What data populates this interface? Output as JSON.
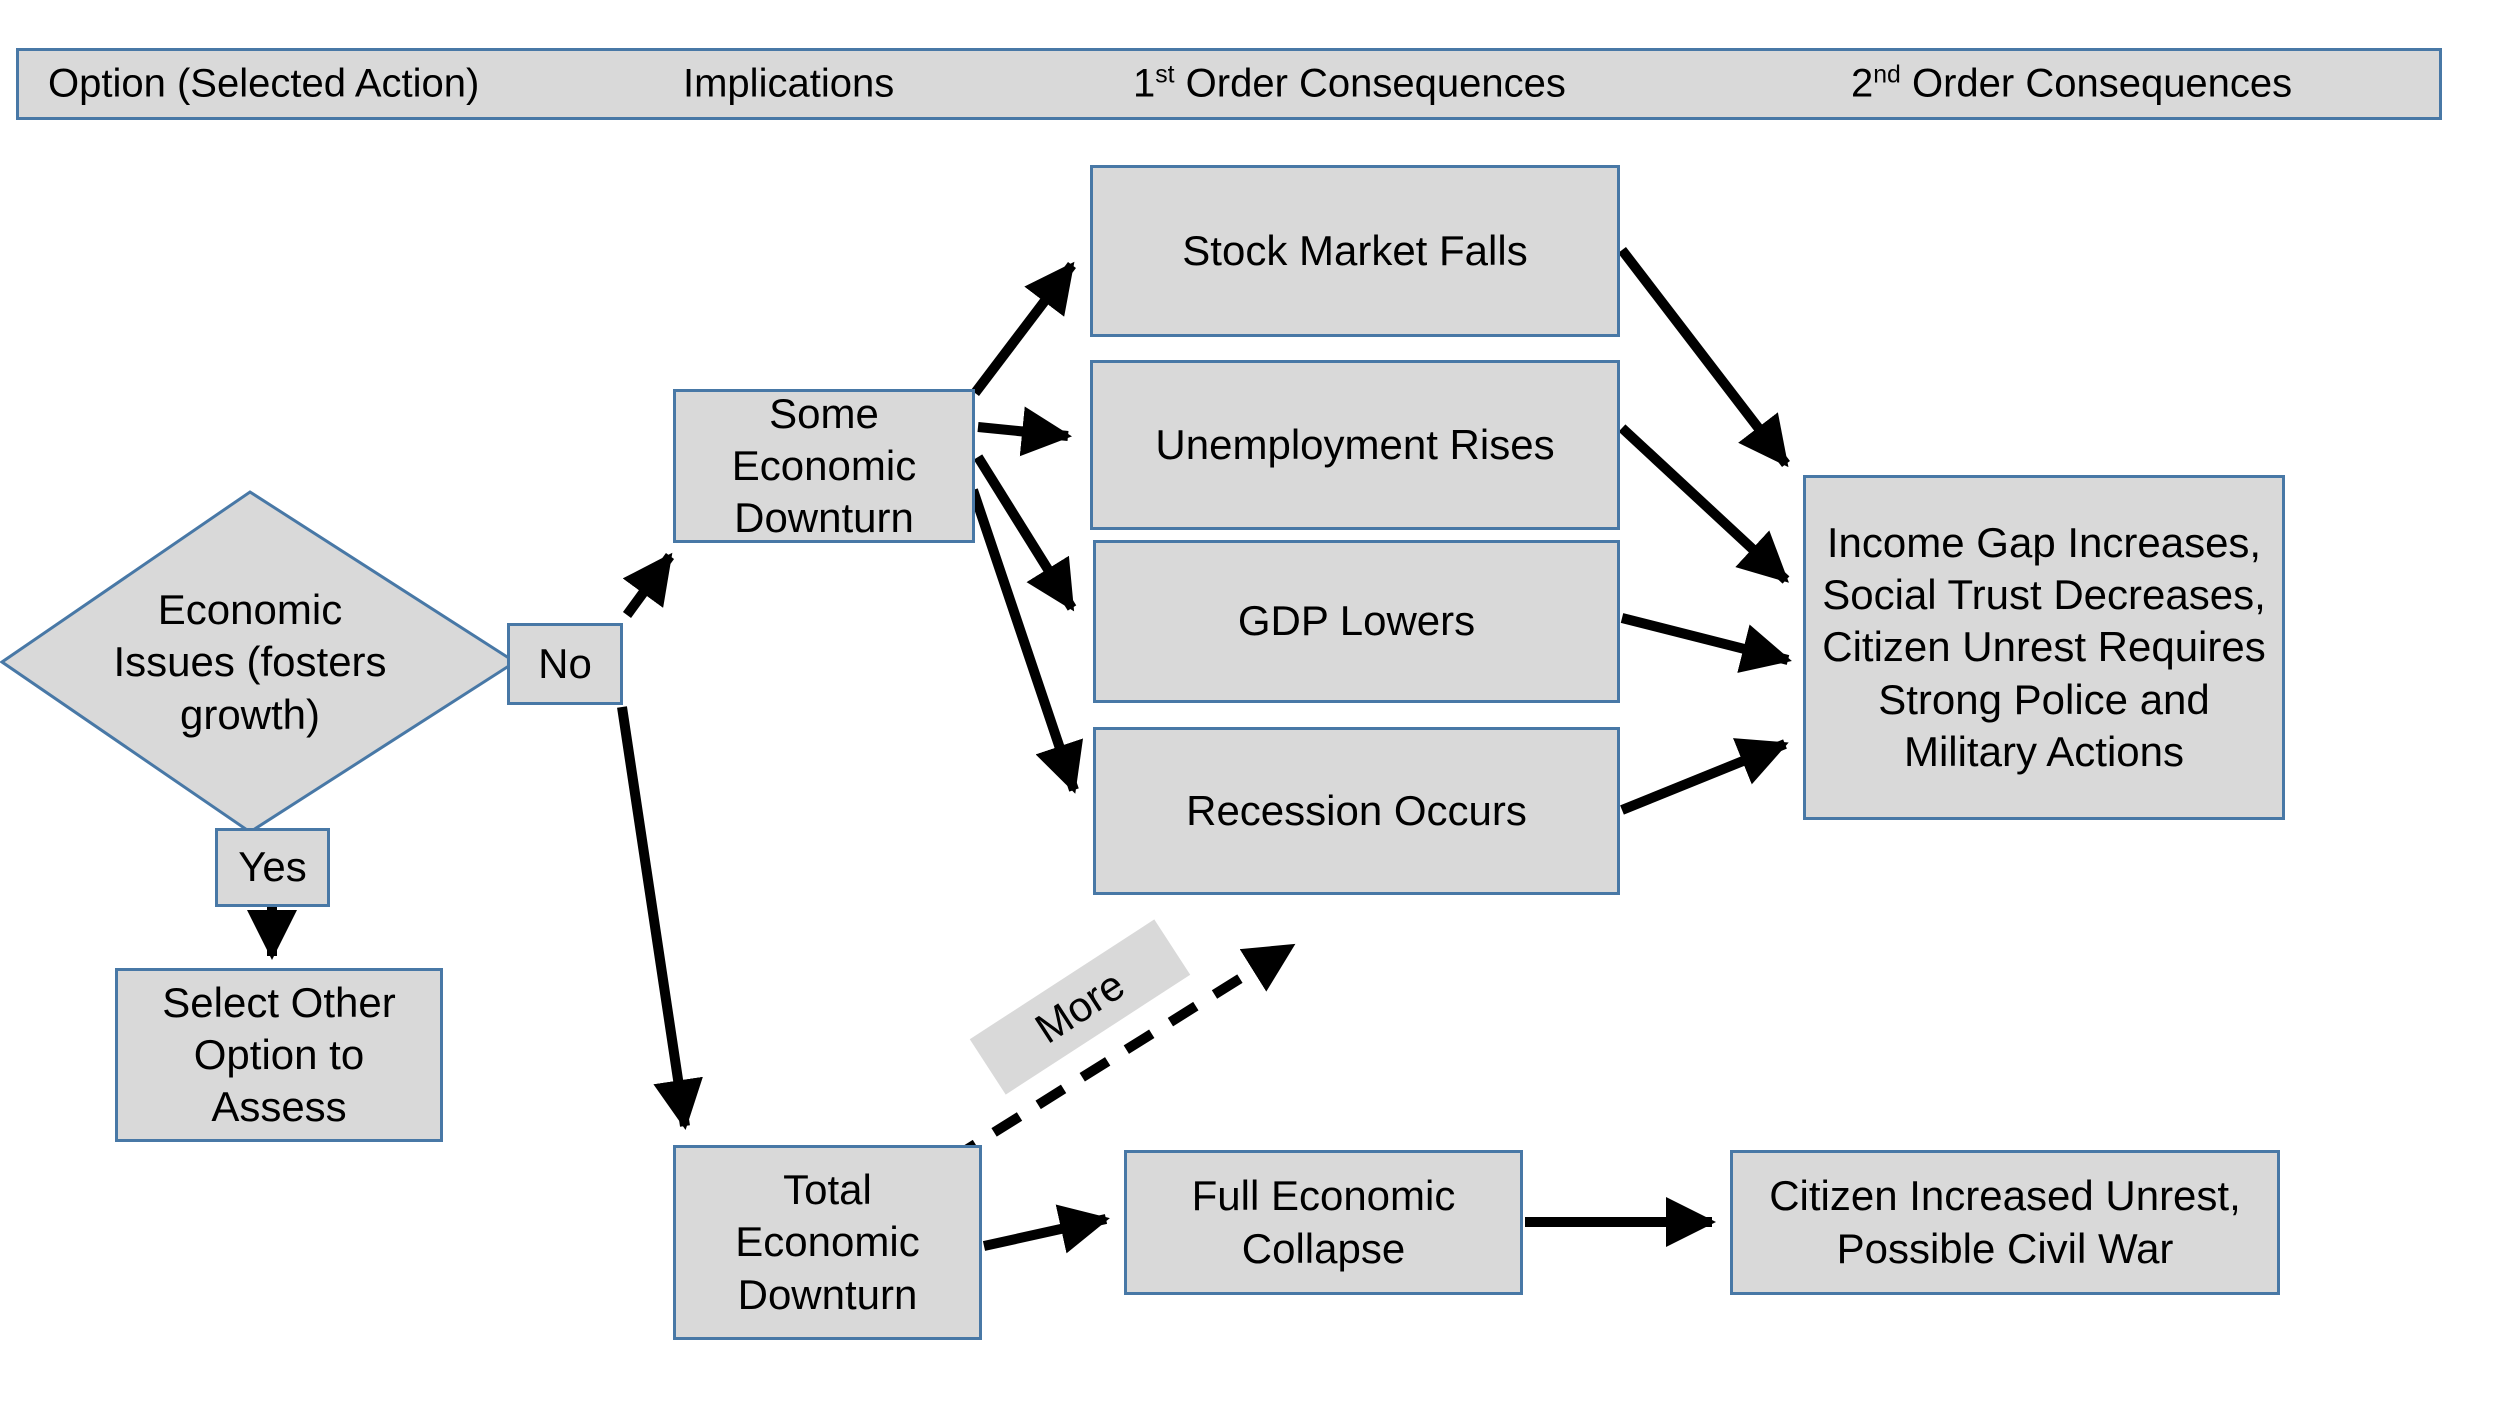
{
  "header": {
    "col1": "Option (Selected Action)",
    "col2": "Implications",
    "col3": {
      "pre": "1",
      "sup": "st",
      "post": " Order Consequences"
    },
    "col4": {
      "pre": "2",
      "sup": "nd",
      "post": " Order Consequences"
    }
  },
  "nodes": {
    "decision": "Economic Issues (fosters growth)",
    "no": "No",
    "yes": "Yes",
    "select_other": "Select Other Option to Assess",
    "some_downturn": "Some Economic Downturn",
    "first_order": [
      "Stock Market Falls",
      "Unemployment Rises",
      "GDP Lowers",
      "Recession Occurs"
    ],
    "income_gap": "Income Gap Increases, Social Trust Decreases, Citizen Unrest Requires Strong Police and Military Actions",
    "total_downturn": "Total Economic Downturn",
    "full_collapse": "Full Economic Collapse",
    "civil_war": "Citizen Increased Unrest, Possible Civil War",
    "more": "More"
  },
  "colors": {
    "box_fill": "#d9d9d9",
    "box_border": "#4878a6",
    "arrow": "#000000",
    "text": "#000000",
    "background": "#ffffff"
  }
}
